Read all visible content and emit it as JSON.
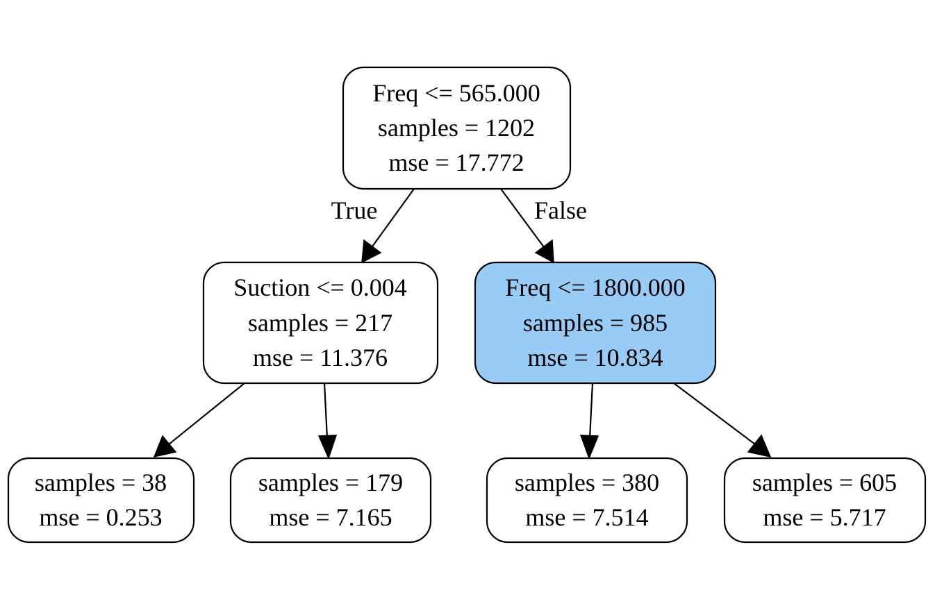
{
  "colors": {
    "default_fill": "#ffffff",
    "highlight_fill": "#98cbf5",
    "stroke": "#000000"
  },
  "nodes": [
    {
      "id": "root",
      "split": "Freq <= 565.000",
      "samples": "samples = 1202",
      "mse": "mse = 17.772",
      "highlighted": false
    },
    {
      "id": "left",
      "split": "Suction <= 0.004",
      "samples": "samples = 217",
      "mse": "mse = 11.376",
      "highlighted": false
    },
    {
      "id": "right",
      "split": "Freq <= 1800.000",
      "samples": "samples = 985",
      "mse": "mse = 10.834",
      "highlighted": true
    },
    {
      "id": "leaf1",
      "samples": "samples = 38",
      "mse": "mse = 0.253",
      "highlighted": false
    },
    {
      "id": "leaf2",
      "samples": "samples = 179",
      "mse": "mse = 7.165",
      "highlighted": false
    },
    {
      "id": "leaf3",
      "samples": "samples = 380",
      "mse": "mse = 7.514",
      "highlighted": false
    },
    {
      "id": "leaf4",
      "samples": "samples = 605",
      "mse": "mse = 5.717",
      "highlighted": false
    }
  ],
  "edge_labels": {
    "true_label": "True",
    "false_label": "False"
  }
}
